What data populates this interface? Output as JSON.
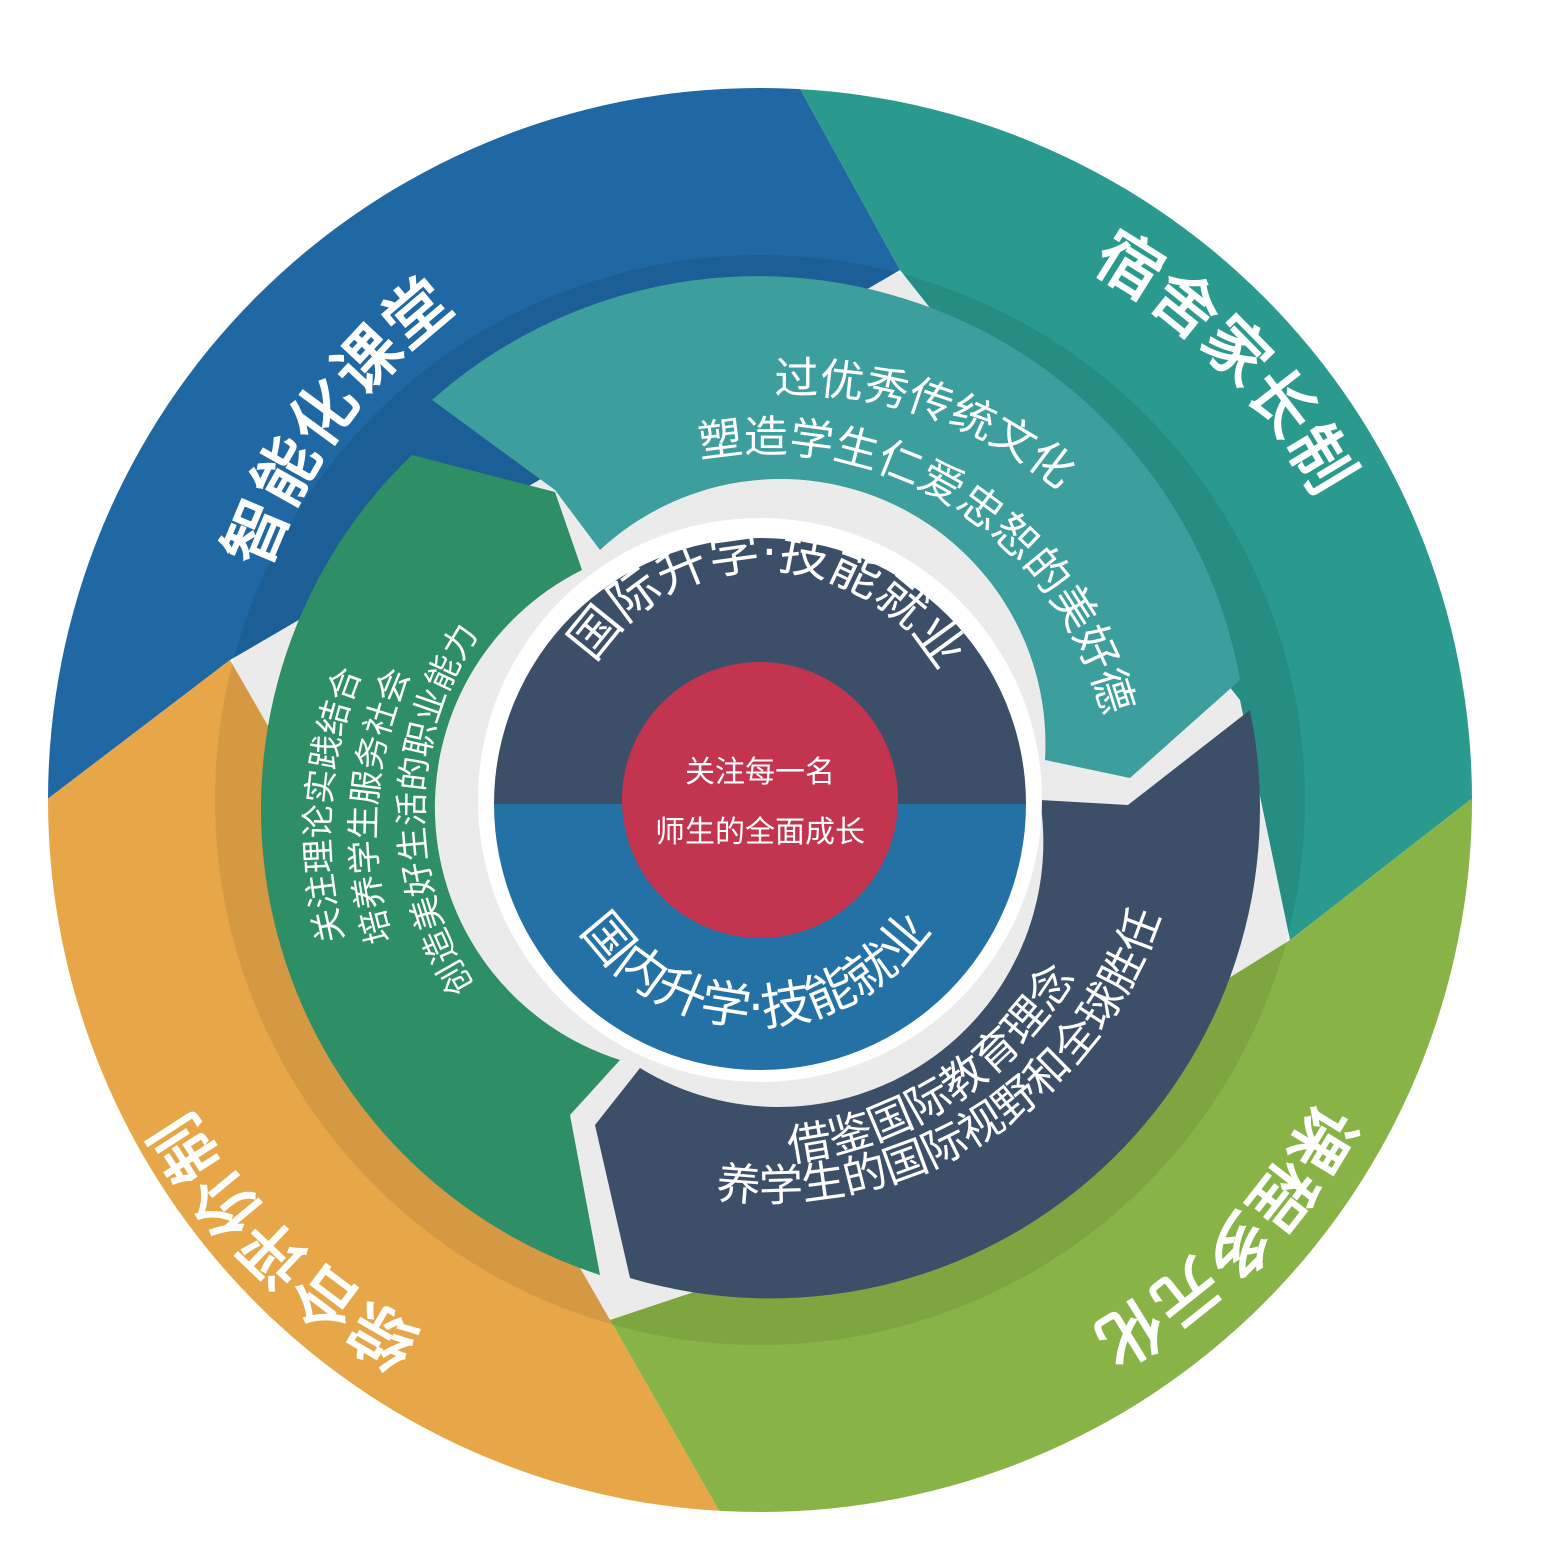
{
  "outer_ring": [
    {
      "id": "intelligent-classroom",
      "label": "智能化课堂",
      "color": "#1f68a3"
    },
    {
      "id": "dorm-parent-system",
      "label": "宿舍家长制",
      "color": "#2a9a8e"
    },
    {
      "id": "diversified-curriculum",
      "label": "课程多元化",
      "color": "#88b346"
    },
    {
      "id": "comprehensive-evaluation",
      "label": "综合评价制",
      "color": "#e7a748"
    }
  ],
  "middle_ring": {
    "culture": {
      "line1": "通过优秀传统文化",
      "line2": "塑造学生仁爱忠恕的美好德行",
      "color": "#3c9e9d"
    },
    "practice": {
      "line1": "关注理论实践结合",
      "line2": "培养学生服务社会",
      "line3": "创造美好生活的职业能力",
      "color": "#2e8e66"
    },
    "international": {
      "line1": "借鉴国际教育理念",
      "line2": "培养学生的国际视野和全球胜任力",
      "color": "#3b4f69"
    }
  },
  "inner_ring": {
    "top": {
      "label": "国际升学·技能就业",
      "color": "#3b4f69"
    },
    "bottom": {
      "label": "国内升学·技能就业",
      "color": "#2371a5"
    }
  },
  "core": {
    "line1": "关注每一名",
    "line2": "师生的全面成长",
    "color": "#c3344e"
  }
}
